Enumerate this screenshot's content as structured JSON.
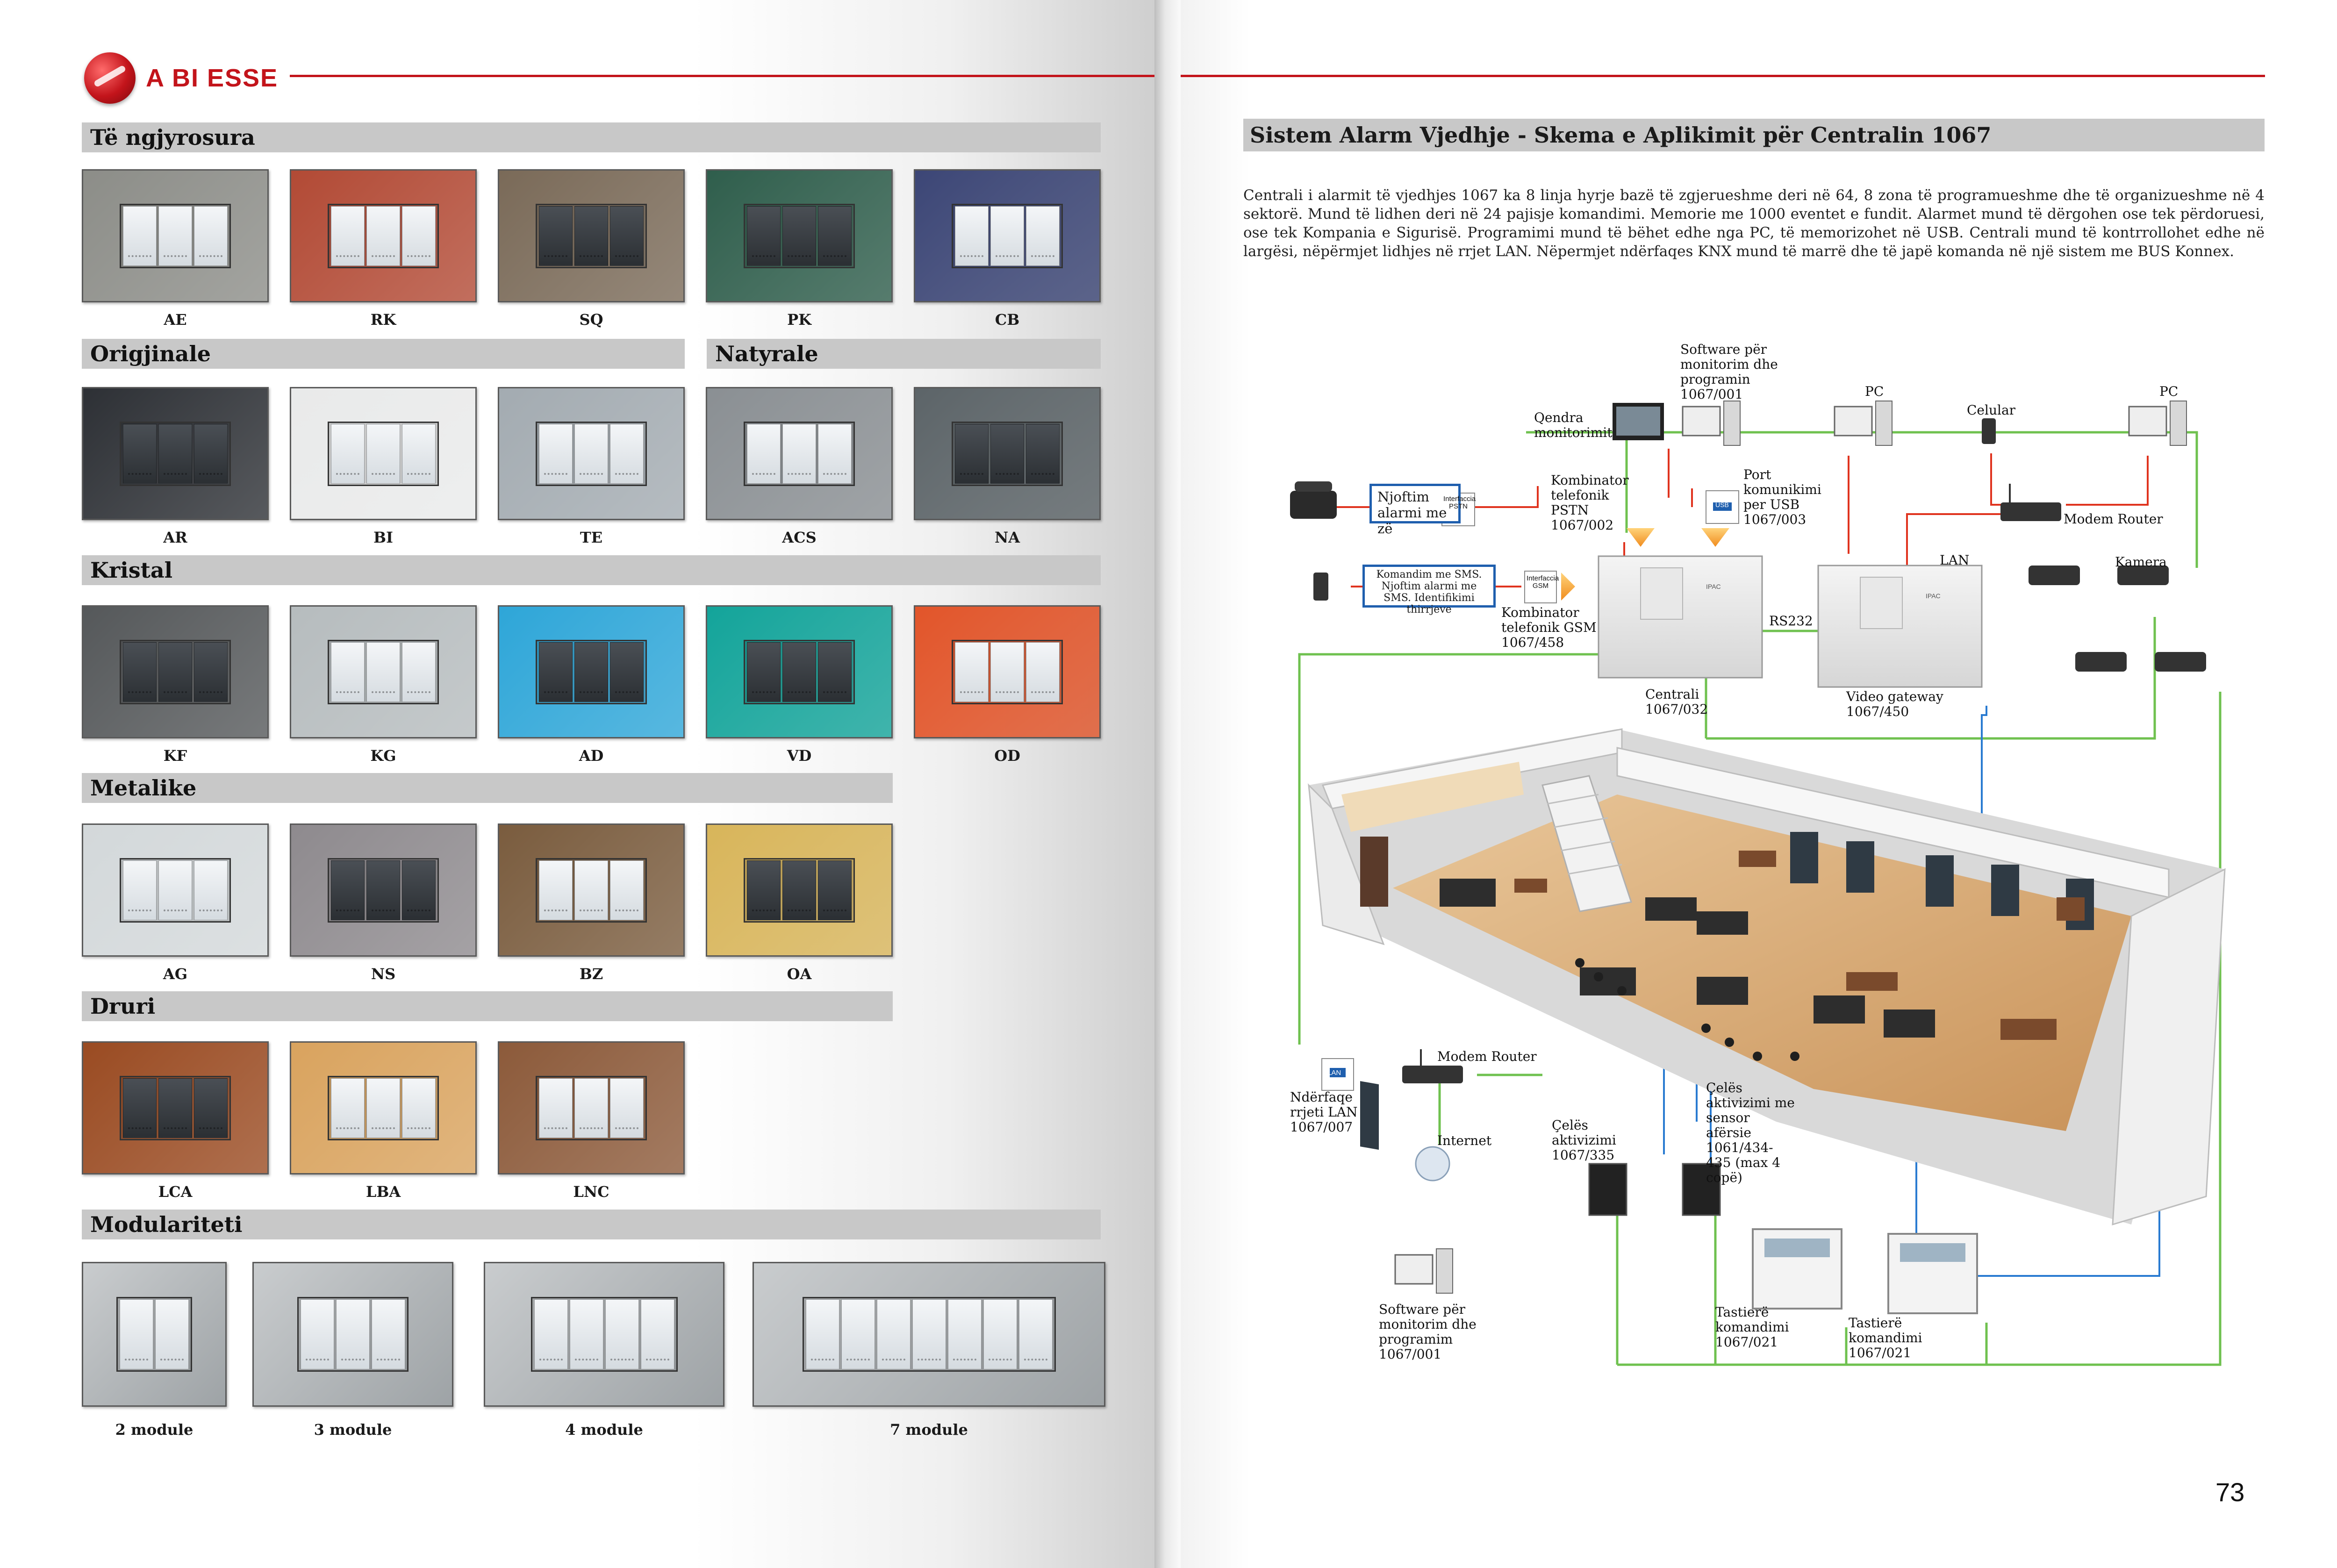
{
  "brand": {
    "name": "A BI ESSE"
  },
  "page_number": "73",
  "left_page": {
    "sections": {
      "colored": "Të ngjyrosura",
      "original": "Origjinale",
      "natural": "Natyrale",
      "crystal": "Kristal",
      "metallic": "Metalike",
      "wood": "Druri",
      "modularity": "Modulariteti"
    },
    "rows": [
      {
        "name": "colored",
        "plates": [
          {
            "code": "AE",
            "color": "#8c8d88",
            "keys": "light"
          },
          {
            "code": "RK",
            "color": "#b24a35",
            "keys": "light"
          },
          {
            "code": "SQ",
            "color": "#7a6a58",
            "keys": "dark"
          },
          {
            "code": "PK",
            "color": "#2f5e4c",
            "keys": "dark"
          },
          {
            "code": "CB",
            "color": "#3c4676",
            "keys": "light"
          }
        ]
      },
      {
        "name": "original-natural",
        "plates": [
          {
            "code": "AR",
            "color": "#2d3035",
            "keys": "dark"
          },
          {
            "code": "BI",
            "color": "#e9eaea",
            "keys": "light"
          },
          {
            "code": "TE",
            "color": "#a3abb1",
            "keys": "light"
          },
          {
            "code": "ACS",
            "color": "#8a8f93",
            "keys": "light"
          },
          {
            "code": "NA",
            "color": "#5c6468",
            "keys": "dark"
          }
        ]
      },
      {
        "name": "crystal",
        "plates": [
          {
            "code": "KF",
            "color": "#55585a",
            "keys": "dark"
          },
          {
            "code": "KG",
            "color": "#b6bcbe",
            "keys": "light"
          },
          {
            "code": "AD",
            "color": "#2ea6d8",
            "keys": "dark"
          },
          {
            "code": "VD",
            "color": "#13a49a",
            "keys": "dark"
          },
          {
            "code": "OD",
            "color": "#e2552a",
            "keys": "light"
          }
        ]
      },
      {
        "name": "metallic",
        "plates": [
          {
            "code": "AG",
            "color": "#d3d8da",
            "keys": "light"
          },
          {
            "code": "NS",
            "color": "#8e8a8e",
            "keys": "dark"
          },
          {
            "code": "BZ",
            "color": "#7a5c3e",
            "keys": "light"
          },
          {
            "code": "OA",
            "color": "#d8b55a",
            "keys": "dark"
          }
        ]
      },
      {
        "name": "wood",
        "plates": [
          {
            "code": "LCA",
            "color": "#9a4b22",
            "keys": "dark"
          },
          {
            "code": "LBA",
            "color": "#d9a35e",
            "keys": "light"
          },
          {
            "code": "LNC",
            "color": "#8c5a3a",
            "keys": "light"
          }
        ]
      }
    ],
    "modules": [
      {
        "label": "2 module",
        "count": 2
      },
      {
        "label": "3 module",
        "count": 3
      },
      {
        "label": "4 module",
        "count": 4
      },
      {
        "label": "7 module",
        "count": 7
      }
    ]
  },
  "right_page": {
    "heading": "Sistem Alarm Vjedhje - Skema e Aplikimit për Centralin 1067",
    "paragraph": "Centrali i alarmit të vjedhjes 1067 ka 8 linja hyrje bazë të zgjerueshme deri në 64, 8 zona të programueshme dhe të organizueshme në 4 sektorë. Mund të lidhen deri në 24 pajisje komandimi. Memorie me 1000 eventet e fundit. Alarmet mund të dërgohen ose tek përdoruesi, ose tek Kompania e Sigurisë. Programimi mund të bëhet edhe nga PC, të memorizohet në USB. Centrali mund të kontrrollohet edhe në largësi, nëpërmjet lidhjes në rrjet LAN. Nëpermjet ndërfaqes KNX mund të marrë dhe të japë komanda në një sistem me BUS Konnex.",
    "diagram": {
      "software_top": "Software për monitorim dhe programin 1067/001",
      "monitoring_center": "Qendra monitorimit",
      "pc_1": "PC",
      "pc_2": "PC",
      "mobile": "Celular",
      "modem_router_top": "Modem Router",
      "lan": "LAN",
      "camera": "Kamera",
      "alarm_voice": "Njoftim alarmi me zë",
      "sms_box": "Komandim me SMS. Njoftim alarmi me SMS. Identifikimi thirrjeve",
      "pstn_dialer": "Kombinator telefonik PSTN 1067/002",
      "pstn_chip": "Interfaccia PSTN",
      "usb_port": "Port komunikimi per USB 1067/003",
      "usb_chip": "USB",
      "gsm_dialer": "Kombinator telefonik GSM 1067/458",
      "gsm_chip": "Interfaccia GSM",
      "rs232": "RS232",
      "central": "Centrali 1067/032",
      "video_gateway": "Video gateway 1067/450",
      "lan_interface": "Ndërfaqe rrjeti LAN 1067/007",
      "lan_chip": "LAN",
      "modem_router_bottom": "Modem Router",
      "internet": "Internet",
      "key_activation": "Çelës aktivizimi 1067/335",
      "proximity_key": "Çelës aktivizimi me sensor afërsie 1061/434-435 (max 4 copë)",
      "software_bottom": "Software për monitorim dhe programim 1067/001",
      "keypad_1": "Tastierë komandimi 1067/021",
      "keypad_2": "Tastierë komandimi 1067/021"
    }
  },
  "colors": {
    "brand_red": "#c3141b",
    "line_green": "#6fc14f",
    "line_red": "#e0341f",
    "line_blue": "#2a7bd1",
    "section_grey": "#c8c8c8"
  }
}
